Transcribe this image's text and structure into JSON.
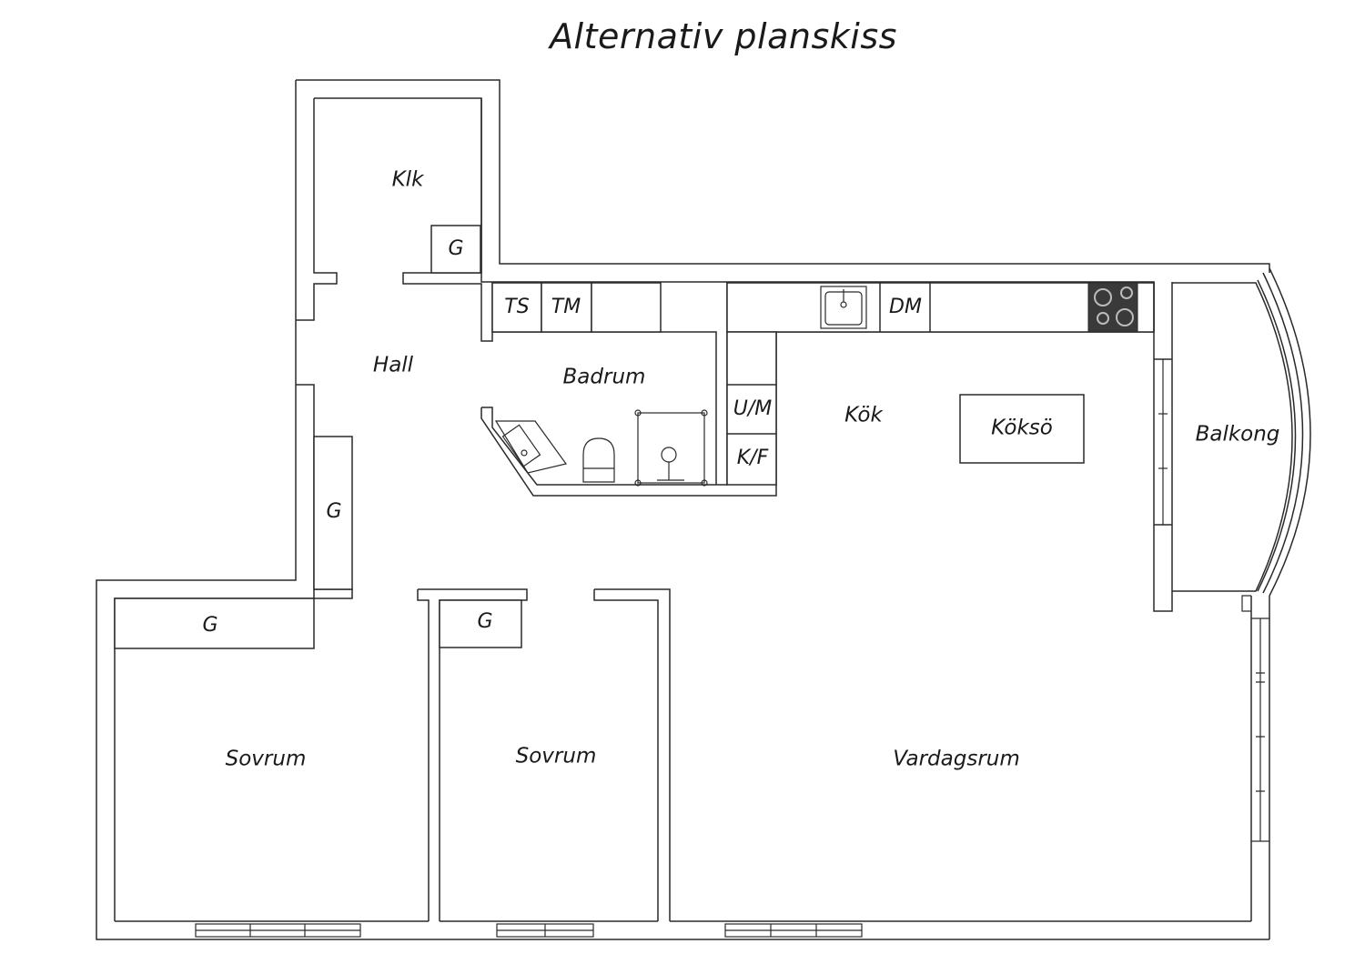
{
  "title": "Alternativ planskiss",
  "rooms": {
    "klk": "Klk",
    "hall": "Hall",
    "badrum": "Badrum",
    "kok": "Kök",
    "koksö": "Köksö",
    "balkong": "Balkong",
    "sovrum_left": "Sovrum",
    "sovrum_mid": "Sovrum",
    "vardagsrum": "Vardagsrum"
  },
  "fixtures": {
    "garderob_klk": "G",
    "garderob_hall": "G",
    "garderob_sovrum_left": "G",
    "garderob_sovrum_mid": "G",
    "ts": "TS",
    "tm": "TM",
    "dm": "DM",
    "um": "U/M",
    "kf": "K/F"
  },
  "colors": {
    "wall_stroke": "#2a2a2a",
    "stove": "#3a3a3a",
    "background": "#ffffff"
  }
}
